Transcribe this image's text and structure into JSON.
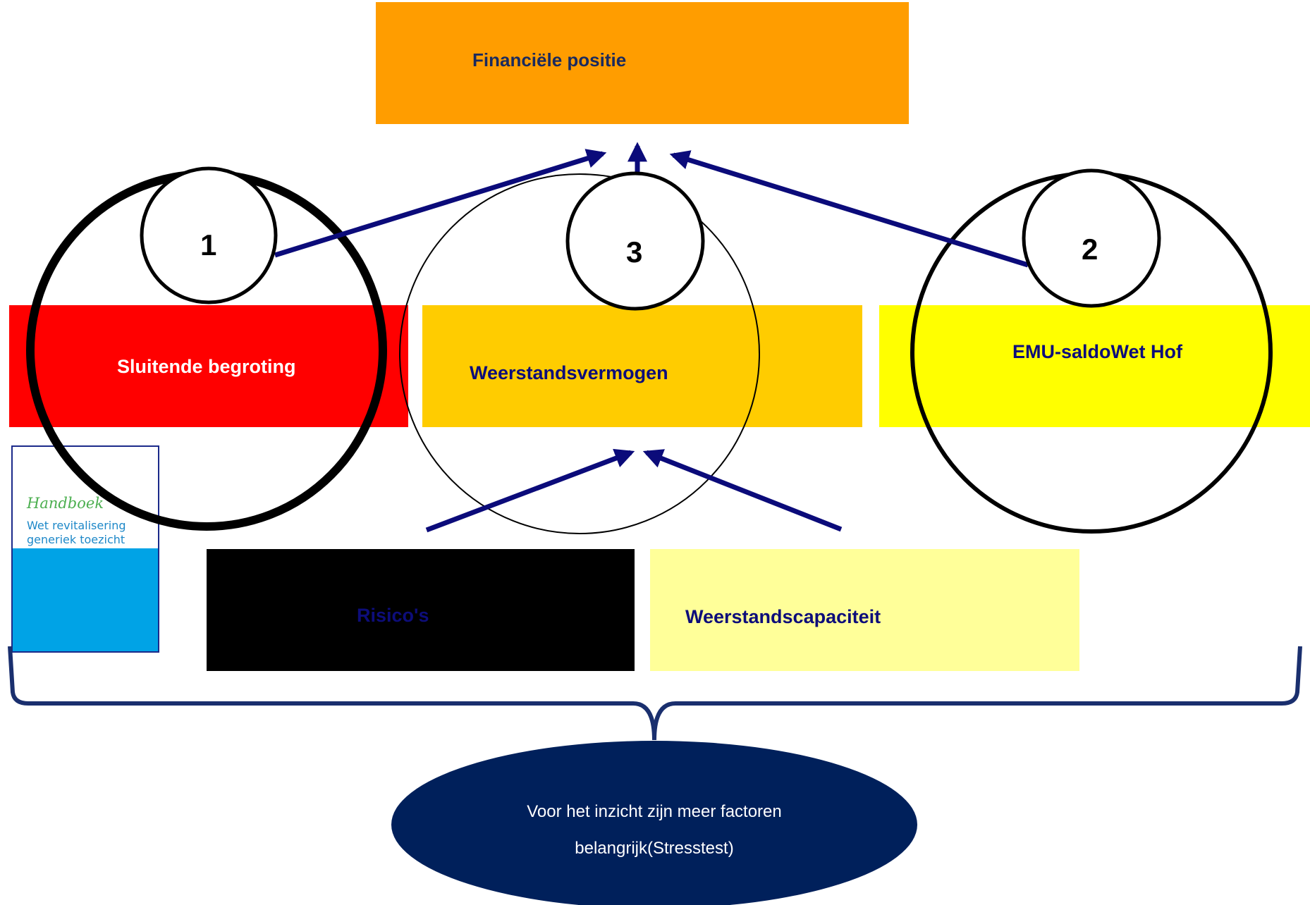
{
  "boxes": {
    "financial_position": {
      "label": "Financiële positie",
      "color": "#ff9d00",
      "text_color": "#1a2a5e"
    },
    "balanced_budget": {
      "label": "Sluitende begroting",
      "color": "#ff0000",
      "text_color": "#ffffff"
    },
    "resistance_capacity_ratio": {
      "label": "Weerstandsvermogen",
      "color": "#ffcc00",
      "text_color": "#0d0d7a"
    },
    "emu_balance": {
      "label": "EMU-saldoWet Hof",
      "color": "#ffff00",
      "text_color": "#0d0d7a"
    },
    "risks": {
      "label": "Risico's",
      "color": "#000000",
      "text_color": "#0d0d7a"
    },
    "resistance_capacity": {
      "label": "Weerstandscapaciteit",
      "color": "#ffff99",
      "text_color": "#0d0d7a"
    }
  },
  "numbers": {
    "one": "1",
    "two": "2",
    "three": "3"
  },
  "logo": {
    "title": "Handboek",
    "line1": "Wet revitalisering",
    "line2": "generiek toezicht"
  },
  "note": {
    "line1": "Voor het inzicht zijn meer factoren",
    "line2": "belangrijk(Stresstest)",
    "color": "#00205b"
  },
  "arrow_color": "#0b0b7a",
  "brace_color": "#1a2f6e"
}
